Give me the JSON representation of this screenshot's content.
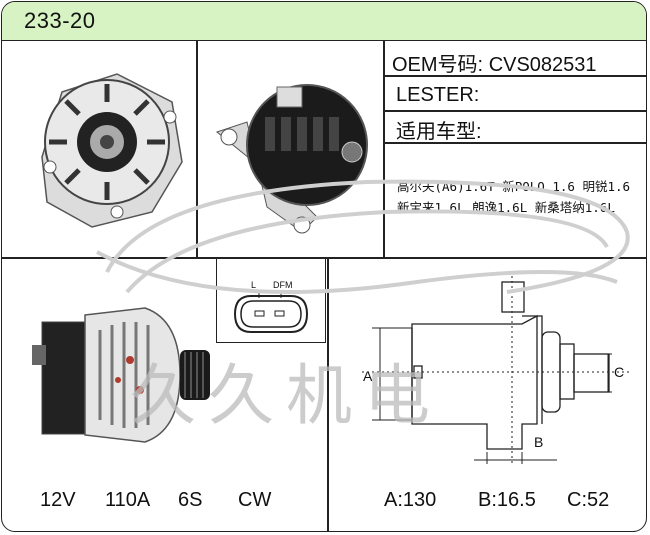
{
  "header": {
    "title": "233-20"
  },
  "oem": {
    "label": "OEM号码:",
    "value": "CVS082531"
  },
  "lester": {
    "label": "LESTER:",
    "value": ""
  },
  "vehicle": {
    "label": "适用车型:",
    "line1": "高尔夫(A6)1.6T 新POLO 1.6 明锐1.6",
    "line2": "新宝来1.6L 朗逸1.6L 新桑塔纳1.6L"
  },
  "connector": {
    "pin1": "L",
    "pin2": "DFM"
  },
  "specs": {
    "voltage": "12V",
    "current": "110A",
    "groove": "6S",
    "rotation": "CW"
  },
  "dimensions": {
    "a": "A:130",
    "b": "B:16.5",
    "c": "C:52",
    "a_marker": "A",
    "b_marker": "B",
    "c_marker": "C"
  },
  "watermark": "久久机电",
  "colors": {
    "header_bg": "#d7f3c3",
    "border": "#222222"
  }
}
